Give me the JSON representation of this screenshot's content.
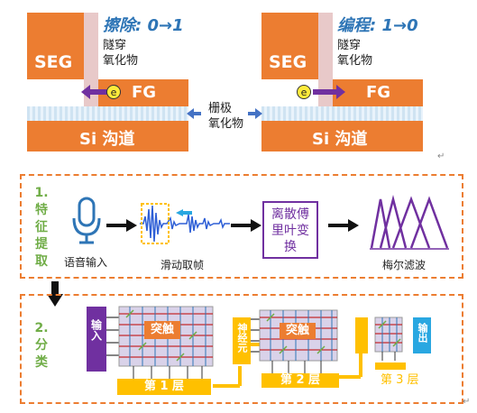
{
  "top": {
    "erase_title": "擦除: 0→1",
    "program_title": "编程: 1→0",
    "seg": "SEG",
    "fg": "FG",
    "tunnel_oxide": [
      "隧穿",
      "氧化物"
    ],
    "channel": "Si 沟道",
    "gate_oxide": [
      "栅极",
      "氧化物"
    ],
    "electron": "e"
  },
  "stage1": {
    "label": [
      "1.",
      "特",
      "征",
      "提",
      "取"
    ],
    "voice_input": "语音输入",
    "sliding_frame": "滑动取帧",
    "dft": [
      "离散傅",
      "里叶变",
      "换"
    ],
    "mel_filter": "梅尔滤波"
  },
  "stage2": {
    "label": [
      "2.",
      "分",
      "类"
    ],
    "input": "输入",
    "synapse": "突触",
    "neuron": "神经元",
    "output": "输出",
    "layer1": "第 1 层",
    "layer2": "第 2 层",
    "layer3": "第 3 层"
  },
  "colors": {
    "orange": "#ec7d31",
    "blue": "#2e75b6",
    "purple": "#7030a0",
    "yellow": "#ffc000",
    "green": "#70ad47"
  }
}
